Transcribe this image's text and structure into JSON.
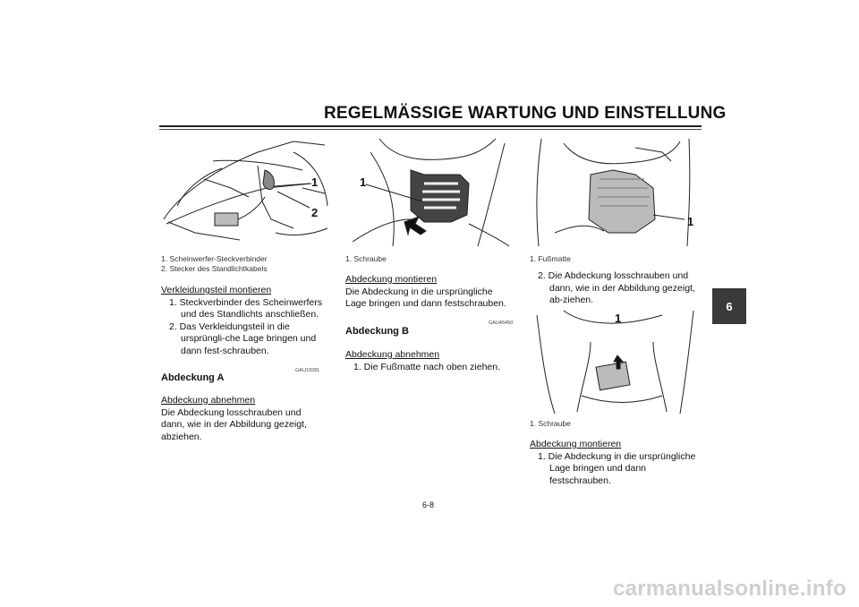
{
  "header": {
    "title": "REGELMÄSSIGE WARTUNG UND EINSTELLUNG",
    "tab": "6"
  },
  "col1": {
    "fig_callouts": [
      "1",
      "2"
    ],
    "captions": [
      "1. Scheinwerfer-Steckverbinder",
      "2. Stecker des Standlichtkabels"
    ],
    "sub1": "Verkleidungsteil montieren",
    "step1": "1. Steckverbinder des Scheinwerfers und des Standlichts anschließen.",
    "step2": "2. Das Verkleidungsteil in die ursprüngli-che Lage bringen und dann fest-schrauben.",
    "code": "GAU19281",
    "heading": "Abdeckung A",
    "sub2": "Abdeckung abnehmen",
    "para": "Die Abdeckung losschrauben und dann, wie in der Abbildung gezeigt, abziehen."
  },
  "col2": {
    "fig_callout": "1",
    "caption": "1. Schraube",
    "sub1": "Abdeckung montieren",
    "para": "Die Abdeckung in die ursprüngliche Lage bringen und dann festschrauben.",
    "code": "GAU45450",
    "heading": "Abdeckung B",
    "sub2": "Abdeckung abnehmen",
    "step1": "1. Die Fußmatte nach oben ziehen."
  },
  "col3": {
    "fig1_callout": "1",
    "caption1": "1. Fußmatte",
    "step2": "2. Die Abdeckung losschrauben und dann, wie in der Abbildung gezeigt, ab-ziehen.",
    "fig2_callout": "1",
    "caption2": "1. Schraube",
    "sub1": "Abdeckung montieren",
    "step1": "1. Die Abdeckung in die ursprüngliche Lage bringen und dann festschrauben."
  },
  "footer": {
    "page": "6-8",
    "watermark": "carmanualsonline.info"
  }
}
